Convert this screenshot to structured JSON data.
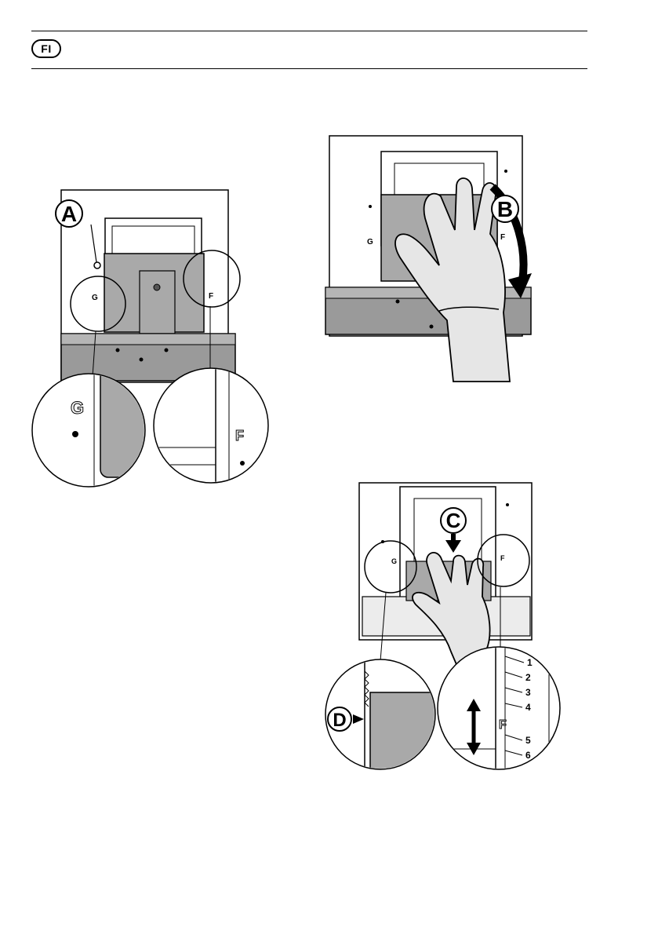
{
  "header": {
    "language_code": "FI"
  },
  "figure1": {
    "callout": "A",
    "marker_g": "G",
    "marker_f": "F",
    "zoom_g": "G",
    "zoom_f": "F"
  },
  "figure2": {
    "callout": "B",
    "marker_g": "G",
    "marker_f": "F"
  },
  "figure3": {
    "callout_c": "C",
    "callout_d": "D",
    "marker_g": "G",
    "marker_f": "F",
    "zoom_f": "F",
    "scale": [
      "1",
      "2",
      "3",
      "4",
      "5",
      "6"
    ]
  }
}
